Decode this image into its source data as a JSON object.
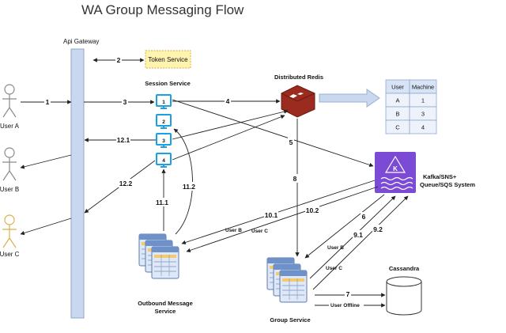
{
  "title": "WA Group Messaging Flow",
  "labels": {
    "api_gateway": "Api Gateway",
    "token_service": "Token Service",
    "session_service": "Session Service",
    "distributed_redis": "Distributed Redis",
    "kafka_line1": "Kafka/SNS+",
    "kafka_line2": "Queue/SQS System",
    "kafka_icon_letter": "K",
    "cassandra": "Cassandra",
    "outbound_line1": "Outbound Message",
    "outbound_line2": "Service",
    "group_service": "Group Service"
  },
  "users": [
    {
      "name": "User A",
      "color": "#8a8a8a"
    },
    {
      "name": "User B",
      "color": "#8a8a8a"
    },
    {
      "name": "User C",
      "color": "#d8b24a"
    }
  ],
  "session_servers": [
    "1",
    "2",
    "3",
    "4"
  ],
  "redis_table": {
    "headers": [
      "User",
      "Machine"
    ],
    "rows": [
      [
        "A",
        "1"
      ],
      [
        "B",
        "3"
      ],
      [
        "C",
        "4"
      ]
    ]
  },
  "flow_labels": {
    "s1": "1",
    "s2": "2",
    "s3": "3",
    "s4": "4",
    "s5": "5",
    "s6": "6",
    "s7": "7",
    "s8": "8",
    "s9_1": "9.1",
    "s9_2": "9.2",
    "s10_1": "10.1",
    "s10_2": "10.2",
    "s11_1": "11.1",
    "s11_2": "11.2",
    "s12_1": "12.1",
    "s12_2": "12.2"
  },
  "edge_labels": {
    "user_b_kafka": "User B",
    "user_c_kafka": "User C",
    "user_b_group": "User B",
    "user_c_group": "User C",
    "user_offline": "User Offline"
  },
  "colors": {
    "gateway": "#c9d8ee",
    "token_service": "#fff3b0",
    "monitor": "#1ba1e2",
    "kafka": "#7b4bd6",
    "redis": "#9b2a1f",
    "table_header": "#d8e4f5",
    "table_cell": "#eef3fb"
  }
}
